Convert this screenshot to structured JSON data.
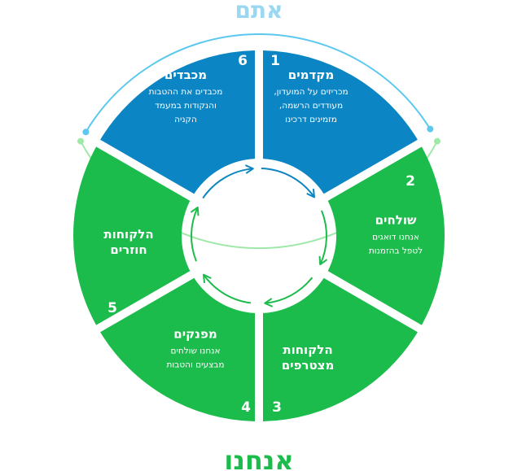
{
  "header": {
    "title": "אתם"
  },
  "footer": {
    "title": "אנחנו"
  },
  "colors": {
    "blue": "#0b85c3",
    "green": "#1cbc4c",
    "header_text": "#9ad8f2",
    "footer_text": "#1cbc4c",
    "blue_ring": "#5cc8ef",
    "green_ring": "#9ee8a8",
    "arrow_blue": "#0b85c3",
    "arrow_green": "#1cbc4c"
  },
  "segments": [
    {
      "number": "1",
      "title": [
        "מקדמים"
      ],
      "desc": [
        "מכריזים על המועדון,",
        "מעודדים הרשמה,",
        "מזמינים דרכינו"
      ],
      "color": "blue"
    },
    {
      "number": "2",
      "title": [
        "שולחים"
      ],
      "desc": [
        "אנחנו דואגים",
        "לטפל בהזמנות"
      ],
      "color": "green"
    },
    {
      "number": "3",
      "title": [
        "הלקוחות",
        "מצטרפים"
      ],
      "desc": [],
      "color": "green"
    },
    {
      "number": "4",
      "title": [
        "מפנקים"
      ],
      "desc": [
        "אנחנו שולחים",
        "מבצעים והטבות"
      ],
      "color": "green"
    },
    {
      "number": "5",
      "title": [
        "הלקוחות",
        "חוזרים"
      ],
      "desc": [],
      "color": "green"
    },
    {
      "number": "6",
      "title": [
        "מכבדים"
      ],
      "desc": [
        "מכבדים את ההטבות",
        "והנקודות במעמד",
        "הקניה"
      ],
      "color": "blue"
    }
  ]
}
